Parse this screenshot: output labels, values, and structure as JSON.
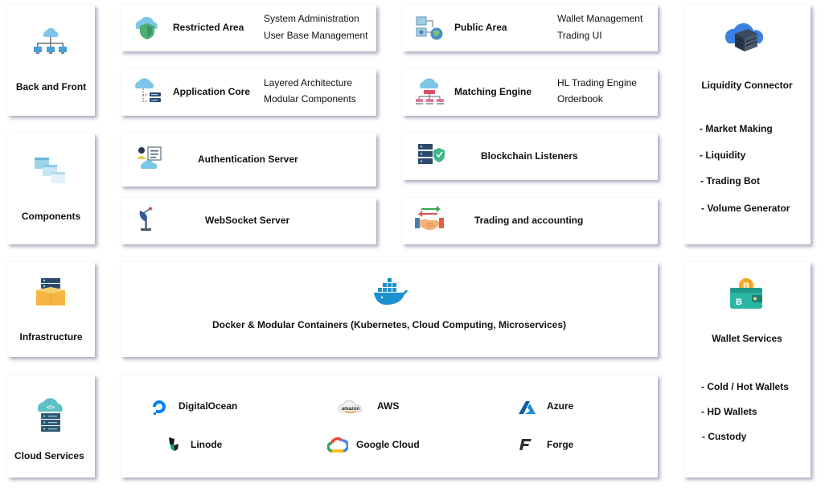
{
  "left": {
    "back_front": "Back and Front",
    "components": "Components",
    "infrastructure": "Infrastructure",
    "cloud_services": "Cloud Services"
  },
  "restricted": {
    "title": "Restricted Area",
    "items": [
      "System Administration",
      "User Base Management"
    ]
  },
  "public": {
    "title": "Public Area",
    "items": [
      "Wallet Management",
      "Trading UI"
    ]
  },
  "app_core": {
    "title": "Application Core",
    "items": [
      "Layered Architecture",
      "Modular Components"
    ]
  },
  "matching": {
    "title": "Matching Engine",
    "items": [
      "HL Trading Engine",
      "Orderbook"
    ]
  },
  "auth": {
    "title": "Authentication Server"
  },
  "blockchain": {
    "title": "Blockchain Listeners"
  },
  "websocket": {
    "title": "WebSocket Server"
  },
  "trading": {
    "title": "Trading and accounting"
  },
  "docker": {
    "title": "Docker & Modular Containers (Kubernetes, Cloud Computing, Microservices)"
  },
  "clouds": {
    "digitalocean": "DigitalOcean",
    "aws": "AWS",
    "azure": "Azure",
    "linode": "Linode",
    "google": "Google Cloud",
    "forge": "Forge"
  },
  "liquidity": {
    "title": "Liquidity Connector",
    "items": [
      "- Market Making",
      "- Liquidity",
      "- Trading Bot",
      "- Volume Generator"
    ]
  },
  "wallet": {
    "title": "Wallet Services",
    "items": [
      "- Cold / Hot Wallets",
      "- HD Wallets",
      "- Custody"
    ]
  }
}
